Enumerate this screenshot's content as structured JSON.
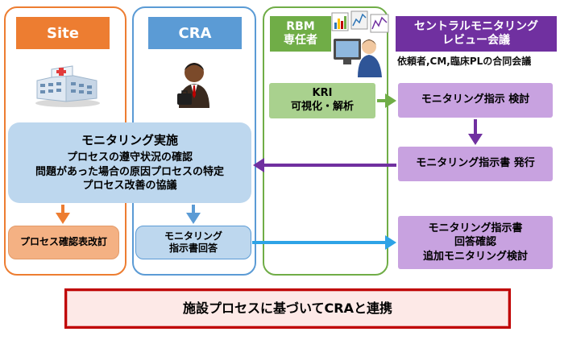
{
  "lanes": {
    "site": {
      "title": "Site"
    },
    "cra": {
      "title": "CRA"
    },
    "rbm": {
      "title_line1": "RBM",
      "title_line2": "専任者"
    },
    "central": {
      "title_line1": "セントラルモニタリング",
      "title_line2": "レビュー会議",
      "note": "依頼者,CM,臨床PLの合同会議"
    }
  },
  "boxes": {
    "kri": {
      "line1": "KRI",
      "line2": "可視化・解析"
    },
    "instruction_review": {
      "text": "モニタリング指示 検討"
    },
    "instruction_issue": {
      "text": "モニタリング指示書 発行"
    },
    "monitoring": {
      "title": "モニタリング実施",
      "line1": "プロセスの遵守状況の確認",
      "line2": "問題があった場合の原因プロセスの特定",
      "line3": "プロセス改善の協議"
    },
    "process_revision": {
      "text": "プロセス確認表改訂"
    },
    "cra_reply": {
      "line1": "モニタリング",
      "line2": "指示書回答"
    },
    "reply_check": {
      "line1": "モニタリング指示書",
      "line2": "回答確認",
      "line3": "追加モニタリング検討"
    }
  },
  "footer": {
    "text": "施設プロセスに基づいてCRAと連携"
  },
  "colors": {
    "site_orange": "#ED7D31",
    "cra_blue": "#5B9BD5",
    "rbm_green": "#70AD47",
    "central_purple": "#7030A0",
    "light_blue": "#BDD7EE",
    "light_green": "#A9D18E",
    "light_purple": "#C8A2E0",
    "light_orange": "#F4B183",
    "footer_red": "#C00000",
    "footer_fill": "#FDE9E7"
  },
  "icons": [
    "hospital-icon",
    "businessman-icon",
    "analyst-with-charts-icon"
  ]
}
